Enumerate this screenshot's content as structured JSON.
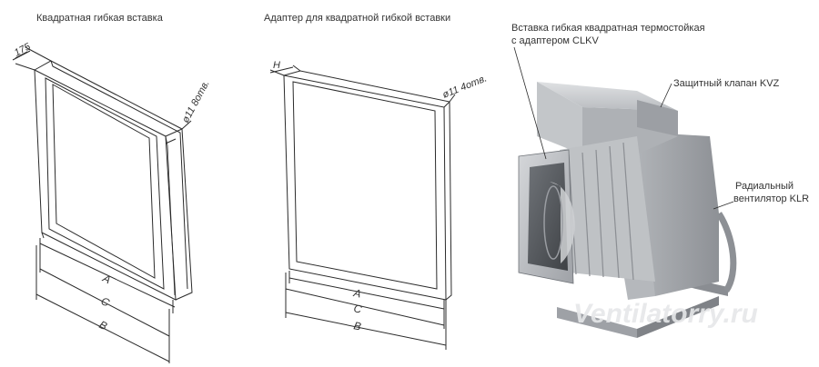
{
  "captions": {
    "insert_title": "Квадратная гибкая вставка",
    "adapter_title": "Адаптер для квадратной гибкой вставки",
    "clkv_line1": "Вставка гибкая квадратная термостойкая",
    "clkv_line2": "с адаптером CLKV",
    "kvz_label": "Защитный клапан KVZ",
    "klr_line1": "Радиальный",
    "klr_line2": "вентилятор KLR"
  },
  "dimensions": {
    "insert_depth": "175",
    "insert_holes": "ø11 8отв.",
    "adapter_depth": "H",
    "adapter_holes": "ø11 4отв.",
    "dim_a": "A",
    "dim_c": "C",
    "dim_b": "B"
  },
  "watermark": "Ventilatorry.ru",
  "colors": {
    "line": "#2b2b2b",
    "text": "#333333",
    "metal_light": "#c9cbce",
    "metal_mid": "#a9acb0",
    "metal_dark": "#7d8085",
    "watermark": "#e6e7e9"
  }
}
